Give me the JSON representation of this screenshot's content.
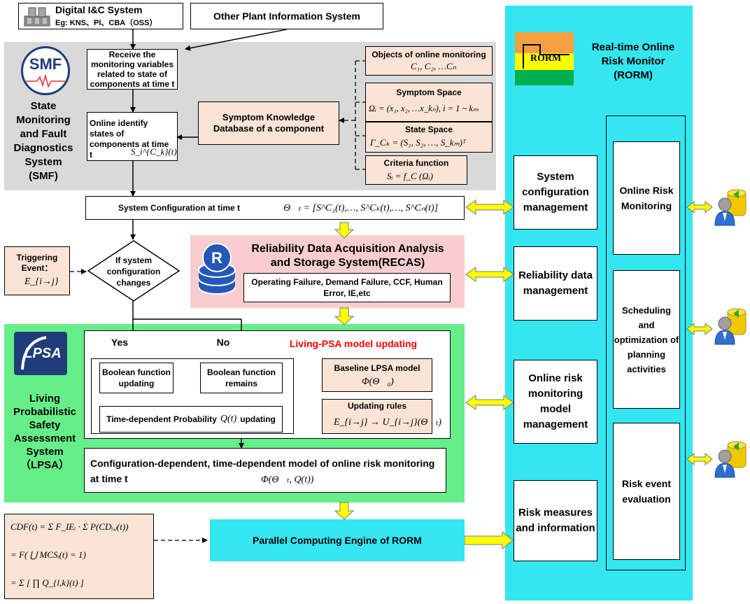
{
  "colors": {
    "smf_bg": "#d9d9d9",
    "lpsa_bg": "#66ef88",
    "rorm_bg": "#33e6ef",
    "recas_bg": "#f9cdd0",
    "peach": "#fbe4d5",
    "arrow_yellow": "#ffff00",
    "living_psa_title": "#ff0000"
  },
  "top": {
    "dic_title": "Digital I&C System",
    "dic_sub": "Eg: KNS、PI、CBA（OSS）",
    "opis": "Other Plant Information System"
  },
  "smf": {
    "logo_text": "SMF",
    "label": "State Monitoring and Fault Diagnostics System (SMF)",
    "receive": "Receive the monitoring variables related to state of components at time t",
    "identify": "Online identify states of components  at time t",
    "identify_math": "S_i^{C_k}(t)",
    "knowledge_db": "Symptom Knowledge Database of a component",
    "objects_title": "Objects of online monitoring",
    "objects_math": "C₁, C₂, …Cₙ",
    "symptom_title": "Symptom Space",
    "symptom_math": "Ωᵢ = (x₁, x₂, …x_kₙ), i = 1 ~ kₘ",
    "state_title": "State Space",
    "state_math": "Γ_Cₖ = (S₁, S₂, …, S_kₘ)ᵀ",
    "criteria_title": "Criteria function",
    "criteria_math": "Sᵢ = f_C (Ωᵢ)"
  },
  "sysconfig": {
    "label": "System Configuration at time t",
    "math": "Θ⃗ₜ = [S^C₁(t),…, S^Cₖ(t),…, S^Cₙ(t)]"
  },
  "trigger": {
    "title": "Triggering Event：",
    "math": "E_{i→j}"
  },
  "decision": "If system configuration changes",
  "recas": {
    "title": "Reliability Data Acquisition Analysis and Storage System(RECAS)",
    "detail": "Operating Failure, Demand Failure, CCF, Human Error, IE,etc",
    "logo_letter": "R"
  },
  "lpsa": {
    "logo_text": "LPSA",
    "label": "Living Probabilistic Safety Assessment System （LPSA）",
    "updating_title": "Living-PSA model updating",
    "yes": "Yes",
    "no": "No",
    "bool_update": "Boolean function updating",
    "bool_remain": "Boolean function remains",
    "time_prob": "Time-dependent Probability",
    "time_prob_math": "Q(t)",
    "time_prob_suffix": "updating",
    "baseline_title": "Baseline LPSA model",
    "baseline_math": "Φ(Θ⃗₀)",
    "rules_title": "Updating rules",
    "rules_math": "E_{i→j} → U_{i→j}(Θ⃗ₜ)",
    "model_text": "Configuration-dependent, time-dependent model of online risk monitoring at time t",
    "model_math": "Φ(Θ⃗ₜ, Q(t))"
  },
  "cdf": {
    "line1": "CDF(t) = Σ F_IEᵢ · Σ P(CDᵢ,ⱼ(t))",
    "line2": "= F( ⋃ MCSᵢ(t) = 1)",
    "line3": "= Σ [ ∏ Q_{l,k}(t) ]"
  },
  "engine": "Parallel Computing Engine of RORM",
  "rorm": {
    "logo_text": "RORM",
    "title": "Real-time Online Risk Monitor (RORM)",
    "modules": [
      "System configuration management",
      "Reliability data management",
      "Online risk monitoring model management",
      "Risk measures and information"
    ],
    "functions": [
      "Online Risk Monitoring",
      "Scheduling and optimization of planning activities",
      "Risk event evaluation"
    ]
  }
}
